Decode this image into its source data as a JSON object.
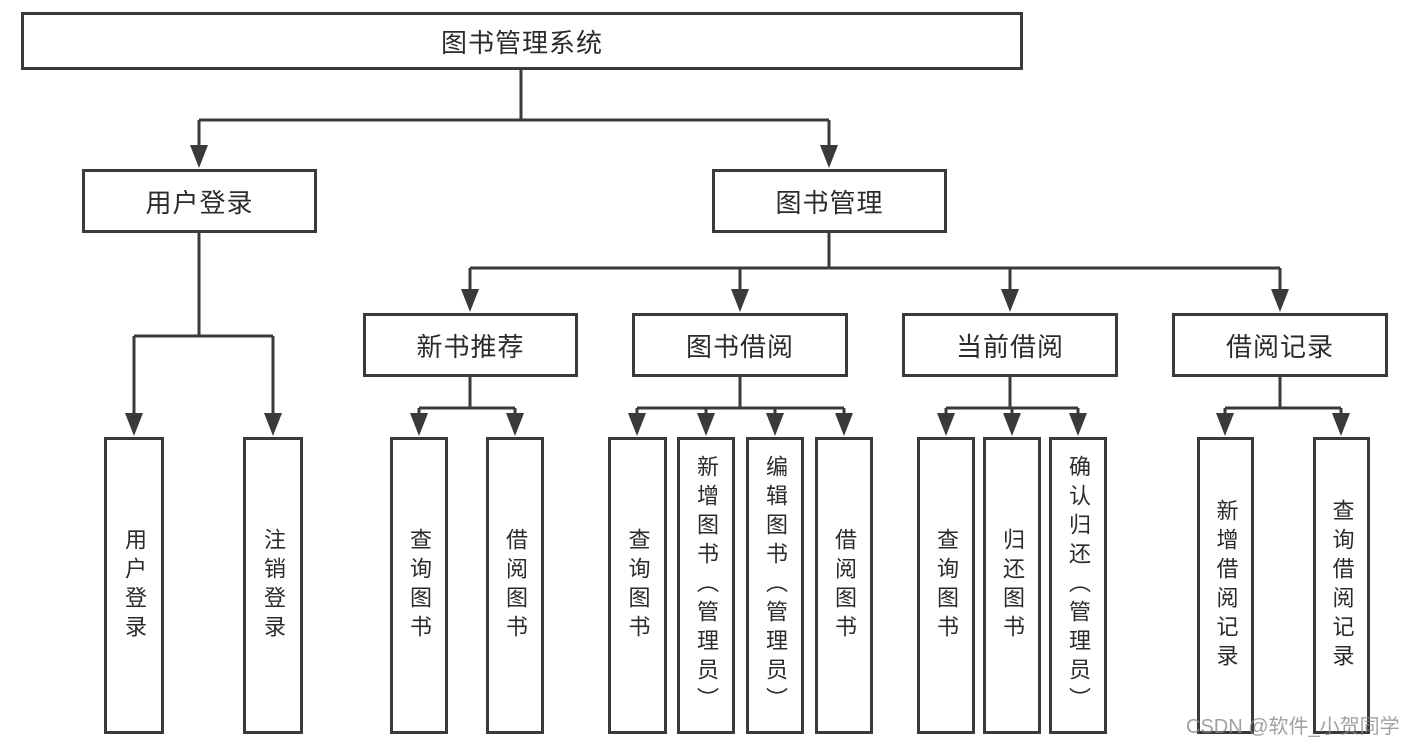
{
  "diagram": {
    "title": "图书管理系统",
    "root": {
      "label": "图书管理系统"
    },
    "level1": [
      {
        "label": "用户登录"
      },
      {
        "label": "图书管理"
      }
    ],
    "level2": [
      {
        "label": "新书推荐",
        "parent": "图书管理"
      },
      {
        "label": "图书借阅",
        "parent": "图书管理"
      },
      {
        "label": "当前借阅",
        "parent": "图书管理"
      },
      {
        "label": "借阅记录",
        "parent": "图书管理"
      }
    ],
    "leaves": [
      {
        "label": "用户登录",
        "parent": "用户登录"
      },
      {
        "label": "注销登录",
        "parent": "用户登录"
      },
      {
        "label": "查询图书",
        "parent": "新书推荐"
      },
      {
        "label": "借阅图书",
        "parent": "新书推荐"
      },
      {
        "label": "查询图书",
        "parent": "图书借阅"
      },
      {
        "label": "新增图书（管理员）",
        "parent": "图书借阅"
      },
      {
        "label": "编辑图书（管理员）",
        "parent": "图书借阅"
      },
      {
        "label": "借阅图书",
        "parent": "图书借阅"
      },
      {
        "label": "查询图书",
        "parent": "当前借阅"
      },
      {
        "label": "归还图书",
        "parent": "当前借阅"
      },
      {
        "label": "确认归还（管理员）",
        "parent": "当前借阅"
      },
      {
        "label": "新增借阅记录",
        "parent": "借阅记录"
      },
      {
        "label": "查询借阅记录",
        "parent": "借阅记录"
      }
    ]
  },
  "watermark": {
    "text": "CSDN @软件_小贺同学"
  },
  "colors": {
    "line": "#3a3a3a",
    "border": "#3a3a3a",
    "text": "#2b2b2b",
    "background": "#ffffff",
    "watermark": "#8a8a8a"
  }
}
